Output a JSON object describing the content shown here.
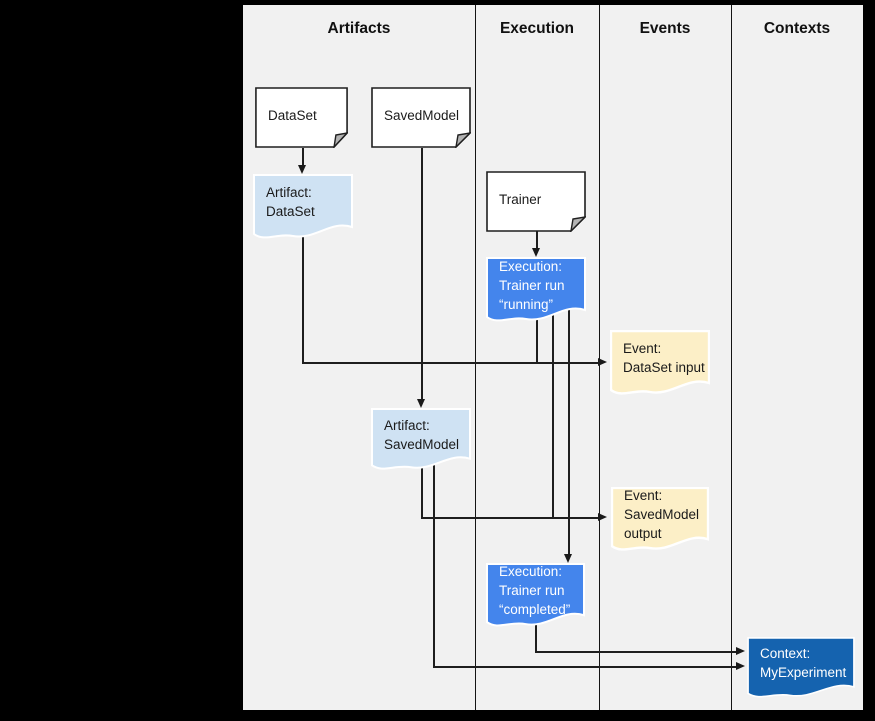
{
  "header": {
    "columns": [
      "Artifacts",
      "Execution",
      "Events",
      "Contexts"
    ]
  },
  "nodes": {
    "dataset": {
      "label": "DataSet",
      "type": "note"
    },
    "savedmodel": {
      "label": "SavedModel",
      "type": "note"
    },
    "trainer": {
      "label": "Trainer",
      "type": "note"
    },
    "artifact_dataset": {
      "label": "Artifact:\nDataSet",
      "type": "artifact"
    },
    "artifact_savedmodel": {
      "label": "Artifact:\nSavedModel",
      "type": "artifact"
    },
    "execution_running": {
      "label": "Execution:\nTrainer run\n“running”",
      "type": "execution"
    },
    "execution_completed": {
      "label": "Execution:\nTrainer run\n“completed”",
      "type": "execution"
    },
    "event_dataset_input": {
      "label": "Event:\nDataSet input",
      "type": "event"
    },
    "event_savedmodel_output": {
      "label": "Event:\nSavedModel\noutput",
      "type": "event"
    },
    "context_myexperiment": {
      "label": "Context:\nMyExperiment",
      "type": "context"
    }
  },
  "colors": {
    "page_background": "#000000",
    "canvas_background": "#f1f1f1",
    "note_fill": "#ffffff",
    "note_stroke": "#1f1f1f",
    "artifact_fill": "#cfe2f3",
    "execution_fill": "#4485ec",
    "event_fill": "#fcefc7",
    "context_fill": "#1563af",
    "edge_color": "#1a1a1a",
    "light_text": "#ffffff",
    "dark_text": "#1a1a1a"
  }
}
